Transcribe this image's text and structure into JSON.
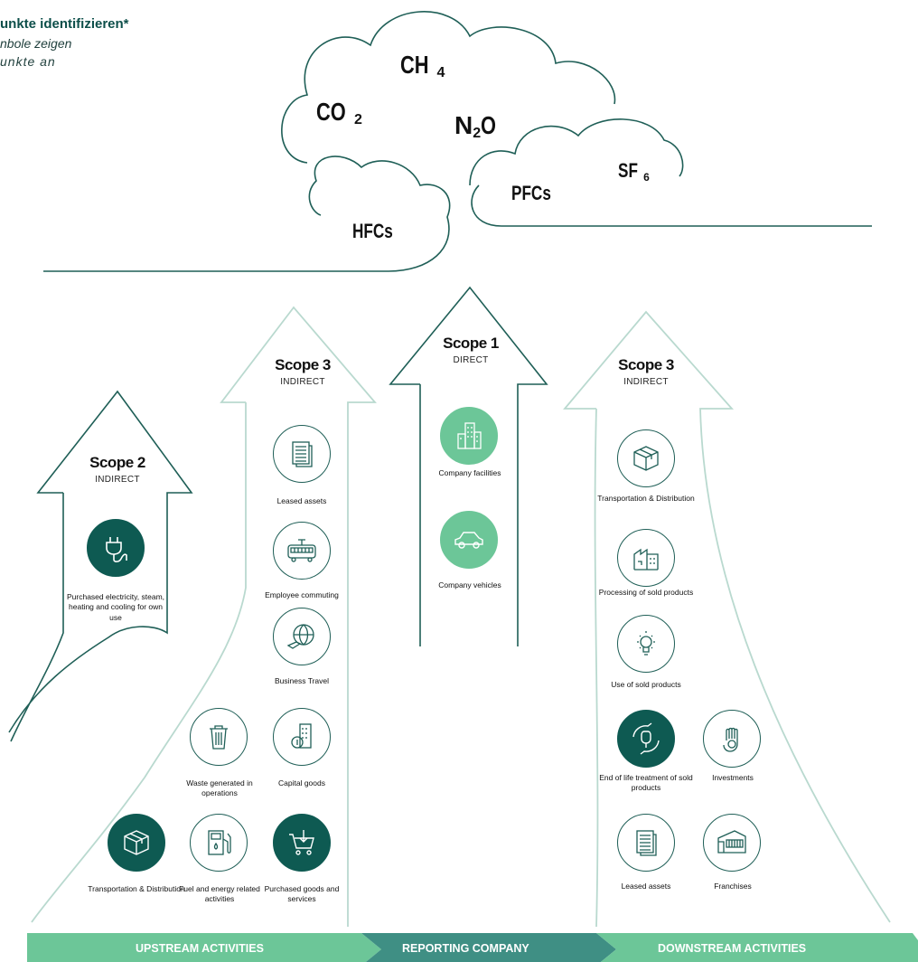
{
  "header": {
    "line1": "unkte identifizieren*",
    "line2": "nbole zeigen",
    "line3": "unkte  an"
  },
  "gases": {
    "ch4": {
      "main": "CH",
      "sub": "4"
    },
    "co2": {
      "main": "CO",
      "sub": "2"
    },
    "n2o": {
      "pre": "N",
      "sub": "2",
      "post": "O"
    },
    "sf6": {
      "main": "SF",
      "sub": "6"
    },
    "pfcs": "PFCs",
    "hfcs": "HFCs"
  },
  "scopes": {
    "scope2": {
      "title": "Scope 2",
      "subtitle": "INDIRECT"
    },
    "scope3_up": {
      "title": "Scope 3",
      "subtitle": "INDIRECT"
    },
    "scope1": {
      "title": "Scope 1",
      "subtitle": "DIRECT"
    },
    "scope3_down": {
      "title": "Scope 3",
      "subtitle": "INDIRECT"
    }
  },
  "items": {
    "purchased_electricity": {
      "label": "Purchased electricity, steam, heating and cooling for own use",
      "icon": "plug-icon"
    },
    "leased_assets_up": {
      "label": "Leased assets",
      "icon": "document-icon"
    },
    "employee_commuting": {
      "label": "Employee commuting",
      "icon": "tram-icon"
    },
    "business_travel": {
      "label": "Business Travel",
      "icon": "globe-plane-icon"
    },
    "waste": {
      "label": "Waste generated in operations",
      "icon": "trash-icon"
    },
    "capital_goods": {
      "label": "Capital goods",
      "icon": "building-coin-icon"
    },
    "transport_up": {
      "label": "Transportation & Distribution",
      "icon": "box-icon"
    },
    "fuel_energy": {
      "label": "Fuel and energy related activities",
      "icon": "fuel-pump-icon"
    },
    "purchased_goods": {
      "label": "Purchased goods and services",
      "icon": "cart-icon"
    },
    "company_facilities": {
      "label": "Company facilities",
      "icon": "buildings-icon"
    },
    "company_vehicles": {
      "label": "Company vehicles",
      "icon": "car-icon"
    },
    "transport_down": {
      "label": "Transportation & Distribution",
      "icon": "box-icon"
    },
    "processing": {
      "label": "Processing of sold products",
      "icon": "factory-icon"
    },
    "use_sold": {
      "label": "Use of sold products",
      "icon": "lightbulb-icon"
    },
    "end_of_life": {
      "label": "End of life treatment of sold products",
      "icon": "recycle-icon"
    },
    "investments": {
      "label": "Investments",
      "icon": "hand-coin-icon"
    },
    "leased_assets_down": {
      "label": "Leased assets",
      "icon": "document-icon"
    },
    "franchises": {
      "label": "Franchises",
      "icon": "storefront-icon"
    }
  },
  "bar": {
    "upstream": "UPSTREAM ACTIVITIES",
    "reporting": "REPORTING COMPANY",
    "downstream": "DOWNSTREAM ACTIVITIES"
  },
  "colors": {
    "dark_teal": "#0e5a52",
    "light_green": "#6cc698",
    "outline": "#1f5f57",
    "arrow_light": "#b9d9cf",
    "bar_light": "#6cc698",
    "bar_mid": "#3f8f84"
  }
}
